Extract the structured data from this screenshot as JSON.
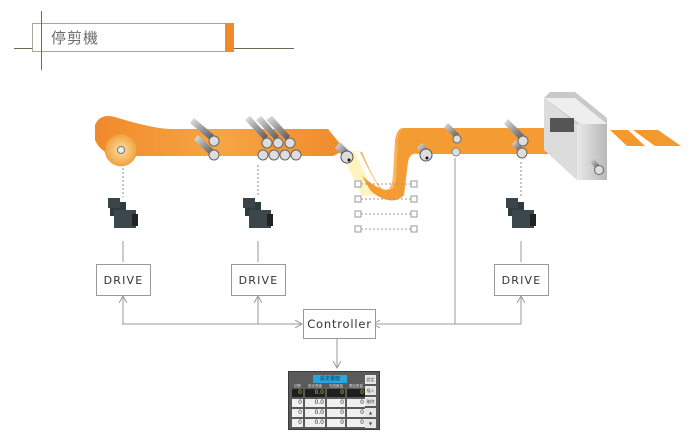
{
  "title": "停剪機",
  "diagram": {
    "drives": [
      {
        "label": "DRIVE"
      },
      {
        "label": "DRIVE"
      },
      {
        "label": "DRIVE"
      }
    ],
    "controller": {
      "label": "Controller"
    },
    "hmi": {
      "title": "設定畫面",
      "headers": [
        "切數",
        "設定長度",
        "完成數量",
        "預定數量"
      ],
      "rows": [
        [
          "0",
          "0.0",
          "0",
          "0"
        ],
        [
          "0",
          "0.0",
          "0",
          "0"
        ],
        [
          "0",
          "0.0",
          "0",
          "0"
        ],
        [
          "0",
          "0.0",
          "0",
          "0"
        ]
      ],
      "side_buttons": [
        "設定確認",
        "插入",
        "刪除",
        "▲",
        "▼"
      ]
    },
    "colors": {
      "web": "#f39a2e",
      "web_light": "#fbc46b",
      "accent": "#f08a2c",
      "line": "#9a9a9a",
      "hmi_title": "#27a6e0"
    }
  }
}
